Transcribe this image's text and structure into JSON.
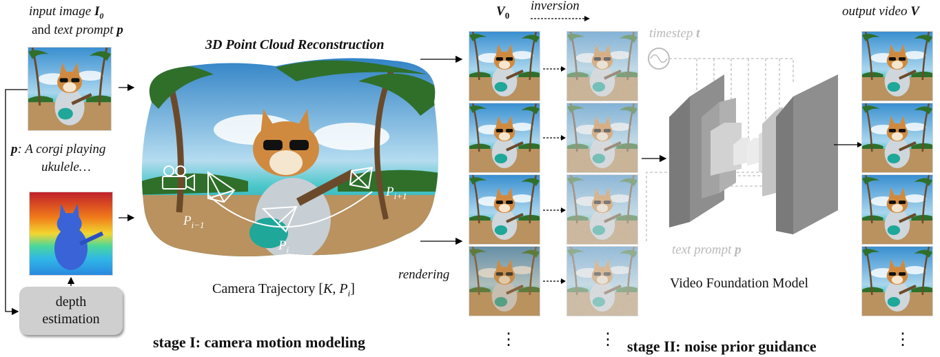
{
  "input": {
    "line1": "input image",
    "symbol_I0": "I",
    "symbol_I0_sub": "0",
    "line2_prefix": "and",
    "line2_text": "text prompt",
    "symbol_p": "p"
  },
  "prompt": {
    "symbol": "p",
    "text_line1": ": A corgi playing",
    "text_line2": "ukulele…"
  },
  "depth_box": {
    "line1": "depth",
    "line2": "estimation"
  },
  "reconstruction": {
    "title": "3D Point Cloud Reconstruction",
    "cam_label_prev": "P",
    "cam_label_prev_sub": "i−1",
    "cam_label_cur": "P",
    "cam_label_cur_sub": "i",
    "cam_label_next": "P",
    "cam_label_next_sub": "i+1",
    "trajectory_prefix": "Camera Trajectory [",
    "trajectory_K": "K",
    "trajectory_sep": ", ",
    "trajectory_P": "P",
    "trajectory_P_sub": "i",
    "trajectory_suffix": "]"
  },
  "video": {
    "v0_symbol": "V",
    "v0_sub": "0",
    "inversion": "inversion",
    "rendering": "rendering",
    "output_prefix": "output video",
    "output_symbol": "V",
    "ellipsis": "⋮"
  },
  "model": {
    "timestep_text": "timestep",
    "timestep_symbol": "t",
    "text_prompt_text": "text prompt",
    "text_prompt_symbol": "p",
    "name": "Video Foundation Model"
  },
  "stages": {
    "stage1": "stage I: camera motion modeling",
    "stage2": "stage II: noise prior guidance"
  },
  "colors": {
    "sky": "#5aa9d8",
    "sea": "#3fc4c9",
    "sand": "#b9925f",
    "corgi": "#d08a3f",
    "palm": "#2f6f2a",
    "box_fill": "#cfcfcf",
    "dashed_gray": "#bdbdbd"
  }
}
